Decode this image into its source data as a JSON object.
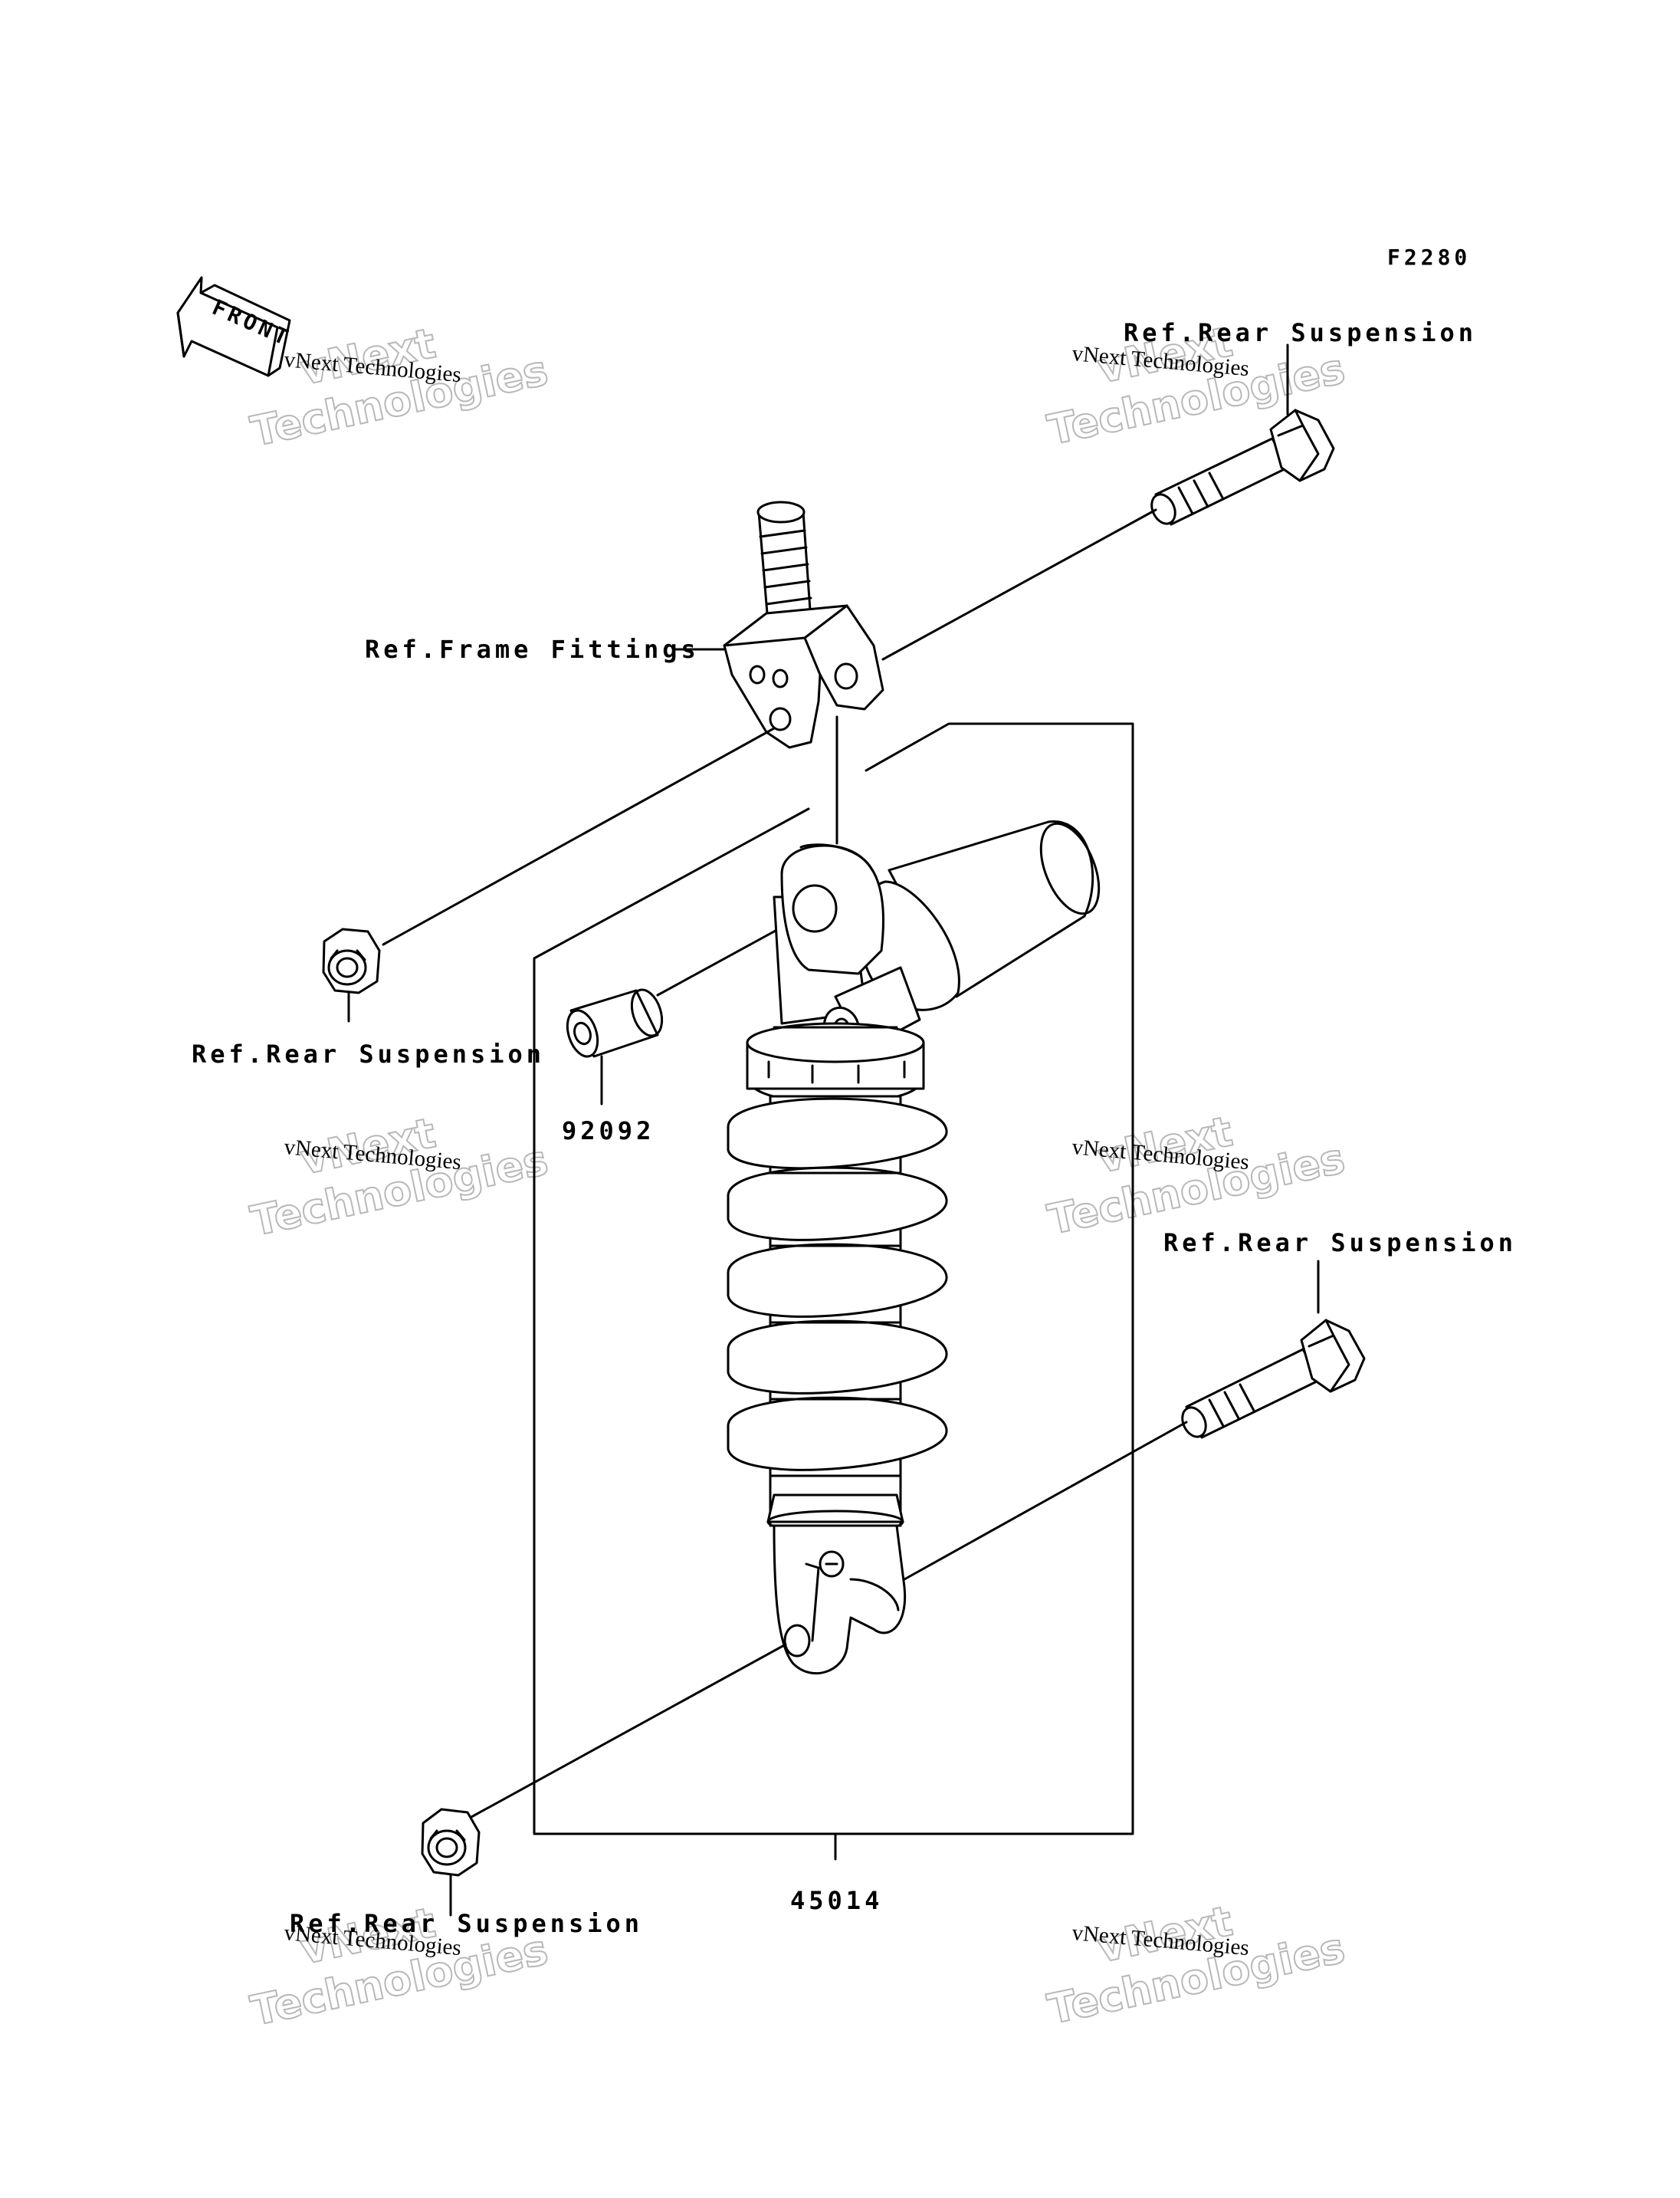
{
  "figure_code": "F2280",
  "front_arrow_text": "FRONT",
  "labels": {
    "top_right_ref": "Ref.Rear Suspension",
    "frame_fittings_ref": "Ref.Frame Fittings",
    "left_nut_ref": "Ref.Rear Suspension",
    "collar_part": "92092",
    "right_bolt_ref": "Ref.Rear Suspension",
    "bottom_nut_ref": "Ref.Rear Suspension",
    "shock_assembly_part": "45014"
  },
  "watermark": {
    "line1": "vNext Technologies",
    "big_line1": "vNext",
    "big_line2": "Technologies"
  }
}
